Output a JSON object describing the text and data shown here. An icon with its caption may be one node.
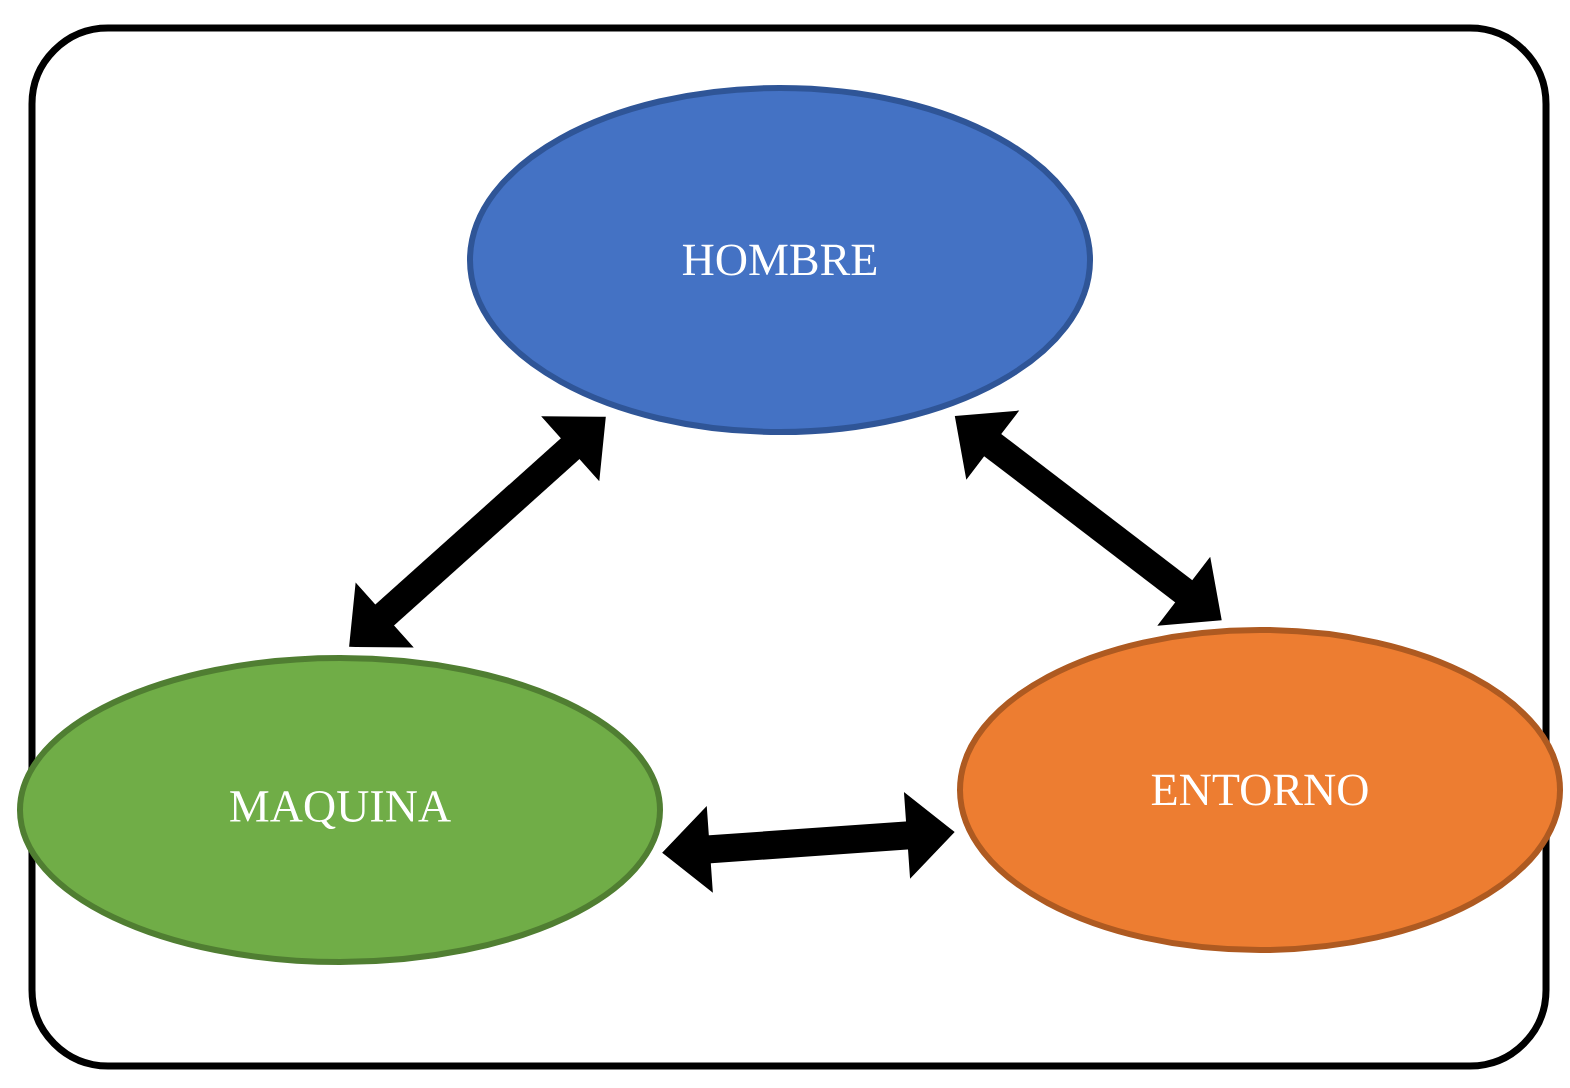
{
  "diagram": {
    "nodes": [
      {
        "text": [
          "HOMBRE"
        ]
      },
      {
        "text": [
          "MAQUINA"
        ]
      },
      {
        "text": [
          "ENTORNO"
        ]
      }
    ],
    "edges": [
      {
        "from": 0,
        "to": 1,
        "arrow": "both"
      },
      {
        "from": 0,
        "to": 2,
        "arrow": "both"
      },
      {
        "from": 1,
        "to": 2,
        "arrow": "both"
      }
    ]
  }
}
